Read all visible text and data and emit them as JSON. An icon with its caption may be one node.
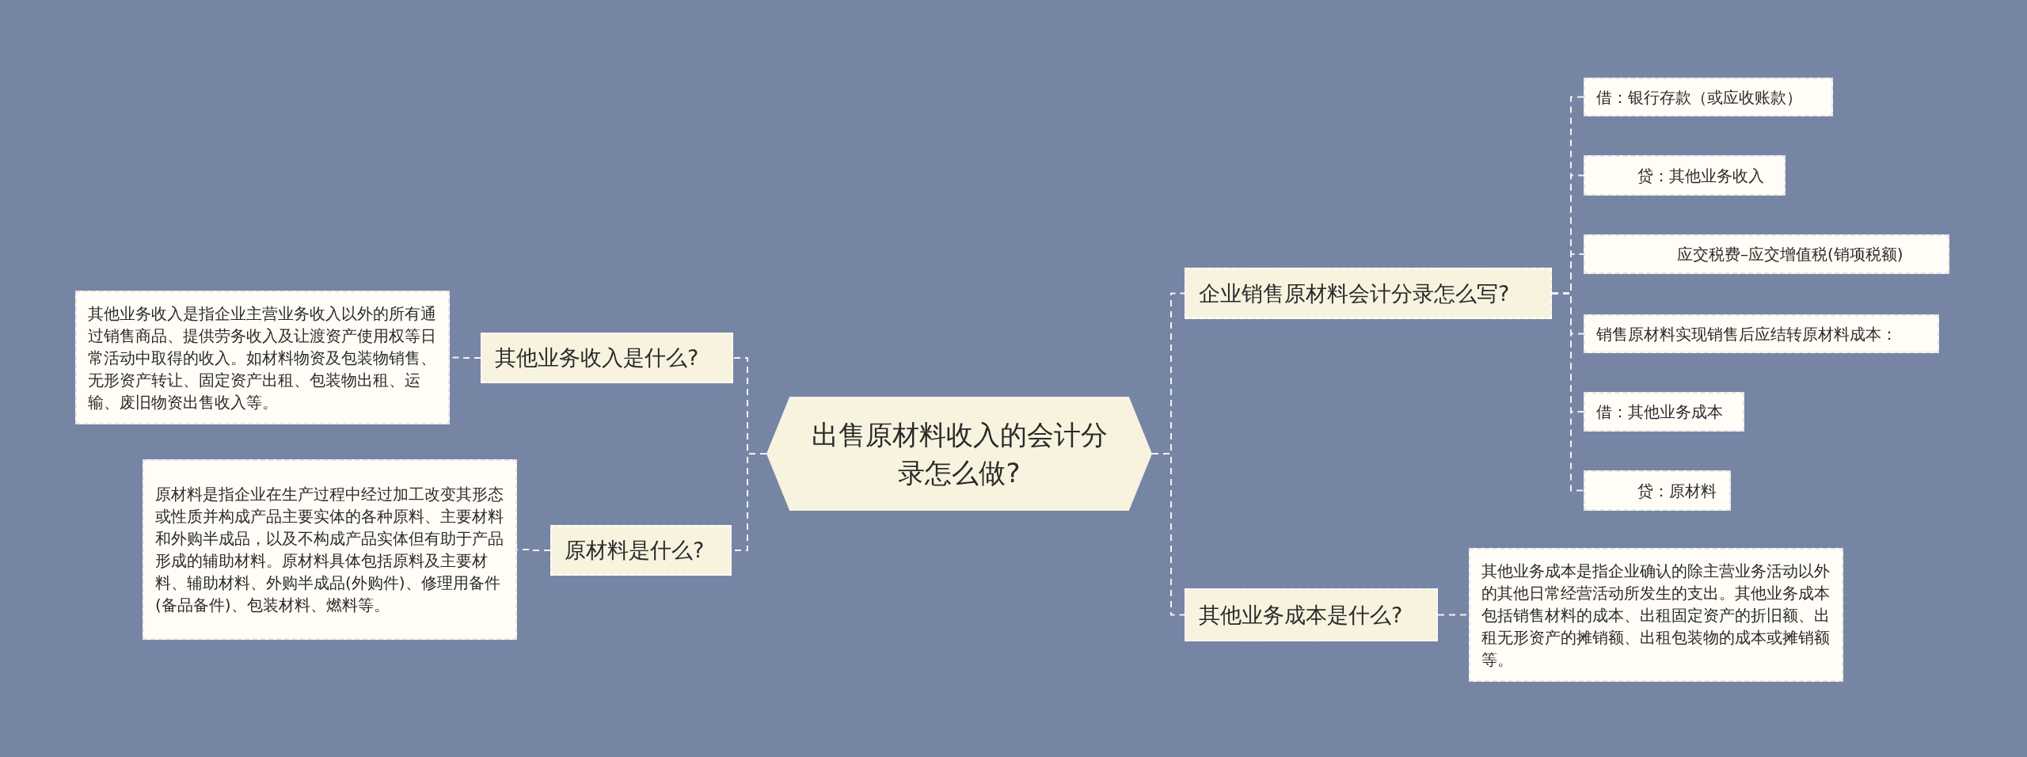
{
  "diagram": {
    "nodes": [
      {
        "text": [
          "出售原材料收入的会计分录怎么做?"
        ]
      },
      {
        "text": [
          "其他业务收入是什么?"
        ]
      },
      {
        "text": [
          "其他业务收入是指企业主营业务收入以外的所有通过销售商品、提供劳务收入及让渡资产使用权等日常活动中取得的收入。如材料物资及包装物销售、无形资产转让、固定资产出租、包装物出租、运输、废旧物资出售收入等。"
        ]
      },
      {
        "text": [
          "原材料是什么?"
        ]
      },
      {
        "text": [
          "原材料是指企业在生产过程中经过加工改变其形态或性质并构成产品主要实体的各种原料、主要材料和外购半成品，以及不构成产品实体但有助于产品形成的辅助材料。原材料具体包括原料及主要材料、辅助材料、外购半成品(外购件)、修理用备件(备品备件)、包装材料、燃料等。"
        ]
      },
      {
        "text": [
          "企业销售原材料会计分录怎么写?"
        ]
      },
      {
        "text": [
          "借：银行存款（或应收账款）"
        ]
      },
      {
        "text": [
          "贷：其他业务收入"
        ]
      },
      {
        "text": [
          "应交税费–应交增值税(销项税额)"
        ]
      },
      {
        "text": [
          "销售原材料实现销售后应结转原材料成本："
        ]
      },
      {
        "text": [
          "借：其他业务成本"
        ]
      },
      {
        "text": [
          "贷：原材料"
        ]
      },
      {
        "text": [
          "其他业务成本是什么?"
        ]
      },
      {
        "text": [
          "其他业务成本是指企业确认的除主营业务活动以外的其他日常经营活动所发生的支出。其他业务成本包括销售材料的成本、出租固定资产的折旧额、出租无形资产的摊销额、出租包装物的成本或摊销额等。"
        ]
      }
    ],
    "edges": [
      {
        "from": 0,
        "to": 1,
        "arrow": "none"
      },
      {
        "from": 1,
        "to": 2,
        "arrow": "none"
      },
      {
        "from": 0,
        "to": 3,
        "arrow": "none"
      },
      {
        "from": 3,
        "to": 4,
        "arrow": "none"
      },
      {
        "from": 0,
        "to": 5,
        "arrow": "none"
      },
      {
        "from": 5,
        "to": 6,
        "arrow": "none"
      },
      {
        "from": 5,
        "to": 7,
        "arrow": "none"
      },
      {
        "from": 5,
        "to": 8,
        "arrow": "none"
      },
      {
        "from": 5,
        "to": 9,
        "arrow": "none"
      },
      {
        "from": 5,
        "to": 10,
        "arrow": "none"
      },
      {
        "from": 5,
        "to": 11,
        "arrow": "none"
      },
      {
        "from": 0,
        "to": 12,
        "arrow": "none"
      },
      {
        "from": 12,
        "to": 13,
        "arrow": "none"
      }
    ]
  }
}
